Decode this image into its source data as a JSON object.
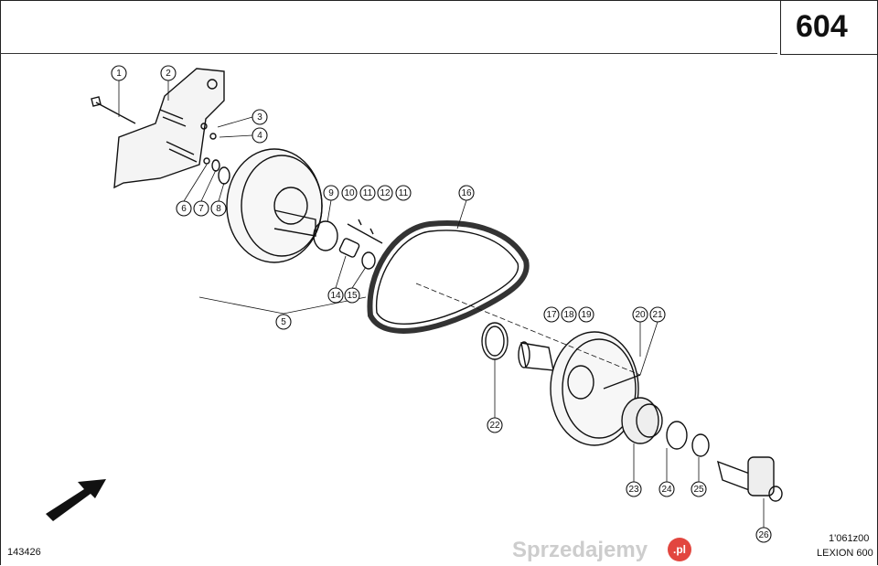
{
  "header": {
    "page_number": "604"
  },
  "footer": {
    "document_id": "143426",
    "drawing_ref": "1'061z00",
    "model": "LEXION 600"
  },
  "watermark": {
    "text": "Sprzedajemy",
    "badge": ".pl"
  },
  "callouts": [
    "1",
    "2",
    "3",
    "4",
    "6",
    "7",
    "8",
    "9",
    "10",
    "11",
    "12",
    "11",
    "16",
    "14",
    "15",
    "5",
    "17",
    "18",
    "19",
    "20",
    "21",
    "22",
    "23",
    "24",
    "25",
    "26"
  ]
}
